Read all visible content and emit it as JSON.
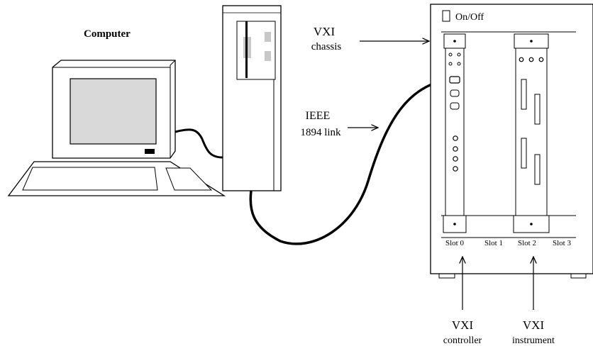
{
  "labels": {
    "computer": "Computer",
    "on_off": "On/Off",
    "vxi_chassis_line1": "VXI",
    "vxi_chassis_line2": "chassis",
    "ieee_line1": "IEEE",
    "ieee_line2": "1894 link",
    "slot0": "Slot 0",
    "slot1": "Slot 1",
    "slot2": "Slot 2",
    "slot3": "Slot 3",
    "vxi_controller_line1": "VXI",
    "vxi_controller_line2": "controller",
    "vxi_instrument_line1": "VXI",
    "vxi_instrument_line2": "instrument"
  },
  "colors": {
    "line": "#000000",
    "screen": "#d9d9d9",
    "drive": "#c8c8c8",
    "background": "#ffffff"
  }
}
